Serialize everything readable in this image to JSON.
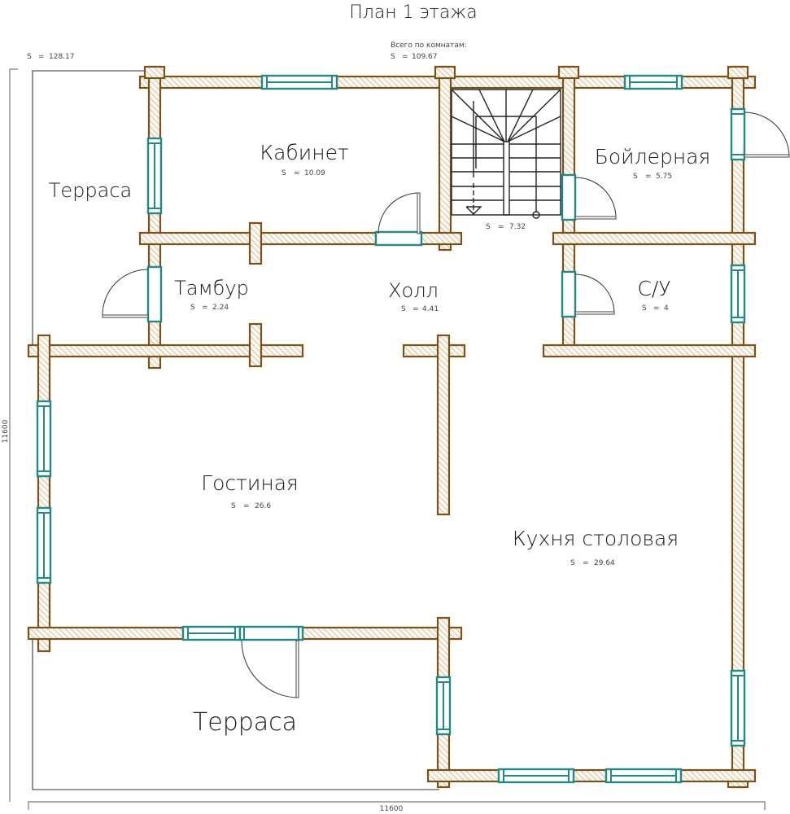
{
  "title": "План 1 этажа",
  "total_area": {
    "label": "S",
    "value": "128.17"
  },
  "rooms_total": {
    "caption": "Всего по комнатам:",
    "label": "S",
    "value": "109.67"
  },
  "dimensions": {
    "width": "11600",
    "height": "11600"
  },
  "rooms": [
    {
      "id": "kabinet",
      "name": "Кабинет",
      "area": "10.09"
    },
    {
      "id": "boiler",
      "name": "Бойлерная",
      "area": "5.75"
    },
    {
      "id": "stairs",
      "name": "",
      "area": "7.32"
    },
    {
      "id": "tambur",
      "name": "Тамбур",
      "area": "2.24"
    },
    {
      "id": "holl",
      "name": "Холл",
      "area": "4.41"
    },
    {
      "id": "su",
      "name": "С/У",
      "area": "4"
    },
    {
      "id": "gostinaya",
      "name": "Гостиная",
      "area": "26.6"
    },
    {
      "id": "kuhnya",
      "name": "Кухня столовая",
      "area": "29.64"
    },
    {
      "id": "terrace-left",
      "name": "Терраса",
      "area": ""
    },
    {
      "id": "terrace-bottom",
      "name": "Терраса",
      "area": ""
    }
  ],
  "colors": {
    "wall": "#7a5216",
    "window": "#1f8a86",
    "hatch": "#b8a17a"
  }
}
